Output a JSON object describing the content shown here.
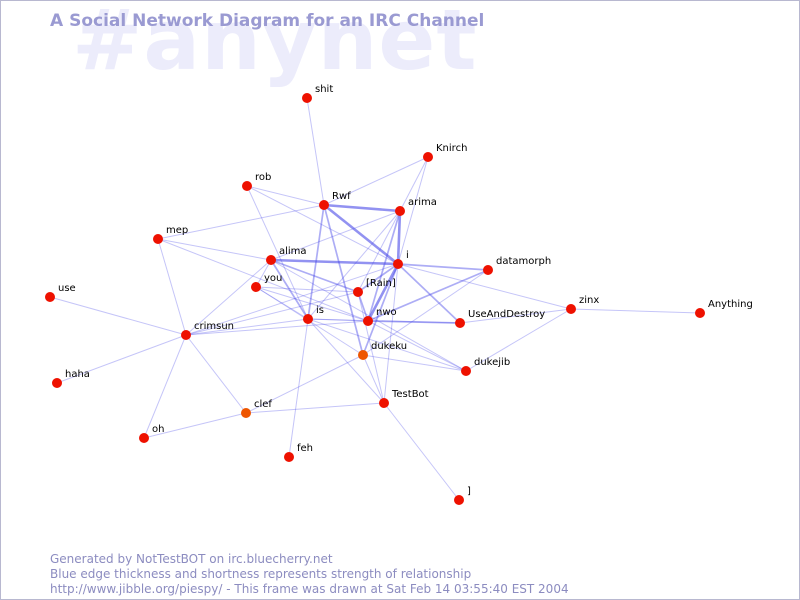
{
  "watermark": "#anynet",
  "title": "A Social Network Diagram for an IRC Channel",
  "footer": {
    "line1": "Generated by NotTestBOT on irc.bluecherry.net",
    "line2": "Blue edge thickness and shortness represents strength of relationship",
    "line3": "http://www.jibble.org/piespy/ - This frame was drawn at Sat Feb 14 03:55:40 EST 2004"
  },
  "colors": {
    "node_red": "#ee1100",
    "node_orange": "#ee5500",
    "edge": "#4a4ae8",
    "title": "#9a9ad2",
    "watermark": "#ececfb",
    "footer": "#8c8cc0"
  },
  "nodes": [
    {
      "id": "shit",
      "label": "shit",
      "color": "red"
    },
    {
      "id": "Knirch",
      "label": "Knirch",
      "color": "red"
    },
    {
      "id": "rob",
      "label": "rob",
      "color": "red"
    },
    {
      "id": "Rwf",
      "label": "Rwf",
      "color": "red"
    },
    {
      "id": "arima",
      "label": "arima",
      "color": "red"
    },
    {
      "id": "mep",
      "label": "mep",
      "color": "red"
    },
    {
      "id": "alima",
      "label": "alima",
      "color": "red"
    },
    {
      "id": "i",
      "label": "i",
      "color": "red"
    },
    {
      "id": "datamorph",
      "label": "datamorph",
      "color": "red"
    },
    {
      "id": "use",
      "label": "use",
      "color": "red"
    },
    {
      "id": "you",
      "label": "you",
      "color": "red"
    },
    {
      "id": "Rain",
      "label": "[Rain]",
      "color": "red"
    },
    {
      "id": "zinx",
      "label": "zinx",
      "color": "red"
    },
    {
      "id": "Anything",
      "label": "Anything",
      "color": "red"
    },
    {
      "id": "is",
      "label": "is",
      "color": "red"
    },
    {
      "id": "nwo",
      "label": "nwo",
      "color": "red"
    },
    {
      "id": "UseAndDestroy",
      "label": "UseAndDestroy",
      "color": "red"
    },
    {
      "id": "crimsun",
      "label": "crimsun",
      "color": "red"
    },
    {
      "id": "dukeku",
      "label": "dukeku",
      "color": "orange"
    },
    {
      "id": "dukejib",
      "label": "dukejib",
      "color": "red"
    },
    {
      "id": "haha",
      "label": "haha",
      "color": "red"
    },
    {
      "id": "TestBot",
      "label": "TestBot",
      "color": "red"
    },
    {
      "id": "clef",
      "label": "clef",
      "color": "orange"
    },
    {
      "id": "oh",
      "label": "oh",
      "color": "red"
    },
    {
      "id": "feh",
      "label": "feh",
      "color": "red"
    },
    {
      "id": "bracket",
      "label": "]",
      "color": "red"
    }
  ],
  "edges": [
    {
      "a": "Rwf",
      "b": "arima",
      "w": 3
    },
    {
      "a": "Rwf",
      "b": "i",
      "w": 3
    },
    {
      "a": "arima",
      "b": "i",
      "w": 3
    },
    {
      "a": "alima",
      "b": "i",
      "w": 3
    },
    {
      "a": "i",
      "b": "nwo",
      "w": 3
    },
    {
      "a": "i",
      "b": "Rain",
      "w": 2
    },
    {
      "a": "i",
      "b": "dukeku",
      "w": 2
    },
    {
      "a": "i",
      "b": "datamorph",
      "w": 2
    },
    {
      "a": "i",
      "b": "UseAndDestroy",
      "w": 2
    },
    {
      "a": "Rain",
      "b": "nwo",
      "w": 2
    },
    {
      "a": "nwo",
      "b": "datamorph",
      "w": 2
    },
    {
      "a": "nwo",
      "b": "UseAndDestroy",
      "w": 2
    },
    {
      "a": "arima",
      "b": "nwo",
      "w": 2
    },
    {
      "a": "alima",
      "b": "is",
      "w": 2
    },
    {
      "a": "alima",
      "b": "Rain",
      "w": 2
    },
    {
      "a": "Rwf",
      "b": "is",
      "w": 2
    },
    {
      "a": "Rwf",
      "b": "dukeku",
      "w": 2
    },
    {
      "a": "shit",
      "b": "Rwf",
      "w": 1
    },
    {
      "a": "Rwf",
      "b": "Knirch",
      "w": 1
    },
    {
      "a": "Knirch",
      "b": "i",
      "w": 1
    },
    {
      "a": "arima",
      "b": "Knirch",
      "w": 1
    },
    {
      "a": "rob",
      "b": "Rwf",
      "w": 1
    },
    {
      "a": "rob",
      "b": "is",
      "w": 1
    },
    {
      "a": "rob",
      "b": "i",
      "w": 1
    },
    {
      "a": "mep",
      "b": "Rwf",
      "w": 1
    },
    {
      "a": "mep",
      "b": "crimsun",
      "w": 1
    },
    {
      "a": "mep",
      "b": "nwo",
      "w": 1
    },
    {
      "a": "mep",
      "b": "alima",
      "w": 1
    },
    {
      "a": "alima",
      "b": "you",
      "w": 1
    },
    {
      "a": "alima",
      "b": "crimsun",
      "w": 1
    },
    {
      "a": "alima",
      "b": "dukejib",
      "w": 1
    },
    {
      "a": "alima",
      "b": "arima",
      "w": 1
    },
    {
      "a": "you",
      "b": "is",
      "w": 1
    },
    {
      "a": "you",
      "b": "nwo",
      "w": 1
    },
    {
      "a": "you",
      "b": "Rain",
      "w": 1
    },
    {
      "a": "you",
      "b": "dukeku",
      "w": 1
    },
    {
      "a": "use",
      "b": "crimsun",
      "w": 1
    },
    {
      "a": "crimsun",
      "b": "haha",
      "w": 1
    },
    {
      "a": "crimsun",
      "b": "oh",
      "w": 1
    },
    {
      "a": "crimsun",
      "b": "clef",
      "w": 1
    },
    {
      "a": "crimsun",
      "b": "is",
      "w": 1
    },
    {
      "a": "crimsun",
      "b": "nwo",
      "w": 1
    },
    {
      "a": "crimsun",
      "b": "Rain",
      "w": 1
    },
    {
      "a": "crimsun",
      "b": "i",
      "w": 1
    },
    {
      "a": "oh",
      "b": "clef",
      "w": 1
    },
    {
      "a": "clef",
      "b": "TestBot",
      "w": 1
    },
    {
      "a": "clef",
      "b": "dukeku",
      "w": 1
    },
    {
      "a": "is",
      "b": "feh",
      "w": 1
    },
    {
      "a": "is",
      "b": "nwo",
      "w": 1
    },
    {
      "a": "is",
      "b": "dukejib",
      "w": 1
    },
    {
      "a": "is",
      "b": "TestBot",
      "w": 1
    },
    {
      "a": "is",
      "b": "UseAndDestroy",
      "w": 1
    },
    {
      "a": "is",
      "b": "arima",
      "w": 1
    },
    {
      "a": "nwo",
      "b": "dukejib",
      "w": 1
    },
    {
      "a": "dukeku",
      "b": "dukejib",
      "w": 1
    },
    {
      "a": "dukeku",
      "b": "TestBot",
      "w": 1
    },
    {
      "a": "TestBot",
      "b": "i",
      "w": 1
    },
    {
      "a": "TestBot",
      "b": "bracket",
      "w": 1
    },
    {
      "a": "Rain",
      "b": "TestBot",
      "w": 1
    },
    {
      "a": "i",
      "b": "zinx",
      "w": 1
    },
    {
      "a": "UseAndDestroy",
      "b": "zinx",
      "w": 1
    },
    {
      "a": "zinx",
      "b": "dukejib",
      "w": 1
    },
    {
      "a": "zinx",
      "b": "Anything",
      "w": 1
    },
    {
      "a": "datamorph",
      "b": "dukeku",
      "w": 1
    },
    {
      "a": "Rain",
      "b": "arima",
      "w": 1
    }
  ]
}
